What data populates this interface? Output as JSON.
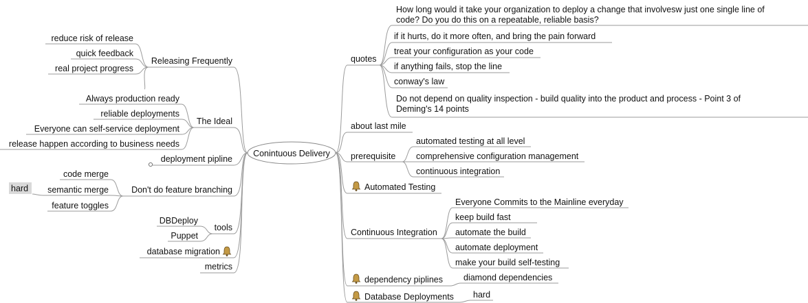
{
  "root": {
    "label": "Conintuous Delivery"
  },
  "left": {
    "releasing": {
      "label": "Releasing Frequently",
      "children": [
        "reduce risk of release",
        "quick feedback",
        "real project progress"
      ]
    },
    "ideal": {
      "label": "The Ideal",
      "children": [
        "Always production ready",
        "reliable deployments",
        "Everyone can self-service deployment",
        "release happen according to business needs"
      ]
    },
    "pipeline": {
      "label": "deployment pipline"
    },
    "branching": {
      "label": "Don't do feature branching",
      "children": [
        "code merge",
        "semantic merge",
        "feature toggles"
      ],
      "semantic_note": "hard"
    },
    "tools": {
      "label": "tools",
      "children": [
        "DBDeploy",
        "Puppet"
      ]
    },
    "migration": {
      "label": "database migration",
      "icon": "bell-icon"
    },
    "metrics": {
      "label": "metrics"
    }
  },
  "right": {
    "quotes": {
      "label": "quotes",
      "children": [
        "How long would it take your organization to deploy a change that involvesw just one single line of",
        "code?  Do you do this on a repeatable, reliable basis?",
        "if it hurts, do it more often, and bring the pain forward",
        "treat your configuration as your code",
        "if anything fails, stop the line",
        "conway's law",
        "Do not depend on quality inspection - build quality into the product and process - Point 3 of",
        "Deming's 14 points"
      ]
    },
    "last_mile": {
      "label": "about last mile"
    },
    "prereq": {
      "label": "prerequisite",
      "children": [
        "automated testing at all level",
        "comprehensive configuration management",
        "continuous integration"
      ]
    },
    "auto_testing": {
      "label": "Automated Testing",
      "icon": "bell-icon"
    },
    "ci": {
      "label": "Continuous Integration",
      "children": [
        "Everyone Commits to the Mainline everyday",
        "keep build fast",
        "automate the build",
        "automate deployment",
        "make your build self-testing"
      ]
    },
    "dependency": {
      "label": "dependency piplines",
      "icon": "bell-icon",
      "children": [
        "diamond dependencies"
      ]
    },
    "db_deploy": {
      "label": "Database Deployments",
      "icon": "bell-icon",
      "children": [
        "hard"
      ]
    }
  },
  "colors": {
    "line": "#9a9a9a",
    "text": "#111111",
    "note_bg": "#d9d9d9",
    "bell": "#b8903a"
  }
}
